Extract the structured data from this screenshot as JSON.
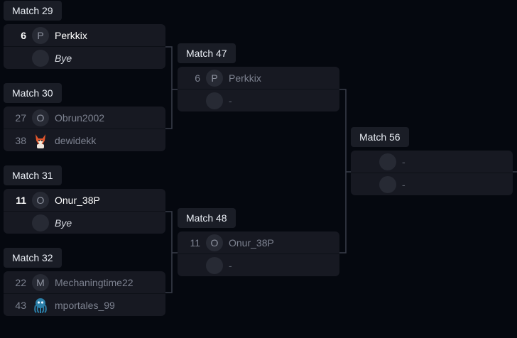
{
  "round1": [
    {
      "label": "Match 29",
      "players": [
        {
          "seed": "6",
          "avatar": "P",
          "name": "Perkkix",
          "winner": true
        },
        {
          "seed": "",
          "avatar": "",
          "name": "Bye",
          "bye": true
        }
      ]
    },
    {
      "label": "Match 30",
      "players": [
        {
          "seed": "27",
          "avatar": "O",
          "name": "Obrun2002"
        },
        {
          "seed": "38",
          "avatar_icon": "fox-avatar-icon",
          "name": "dewidekk"
        }
      ]
    },
    {
      "label": "Match 31",
      "players": [
        {
          "seed": "11",
          "avatar": "O",
          "name": "Onur_38P",
          "winner": true
        },
        {
          "seed": "",
          "avatar": "",
          "name": "Bye",
          "bye": true
        }
      ]
    },
    {
      "label": "Match 32",
      "players": [
        {
          "seed": "22",
          "avatar": "M",
          "name": "Mechaningtime22"
        },
        {
          "seed": "43",
          "avatar_icon": "octopus-avatar-icon",
          "name": "mportales_99"
        }
      ]
    }
  ],
  "round2": [
    {
      "label": "Match 47",
      "players": [
        {
          "seed": "6",
          "avatar": "P",
          "name": "Perkkix"
        },
        {
          "seed": "",
          "avatar": "",
          "name": "-"
        }
      ]
    },
    {
      "label": "Match 48",
      "players": [
        {
          "seed": "11",
          "avatar": "O",
          "name": "Onur_38P"
        },
        {
          "seed": "",
          "avatar": "",
          "name": "-"
        }
      ]
    }
  ],
  "round3": [
    {
      "label": "Match 56",
      "players": [
        {
          "seed": "",
          "avatar": "",
          "name": "-"
        },
        {
          "seed": "",
          "avatar": "",
          "name": "-"
        }
      ]
    }
  ],
  "colors": {
    "background": "#05080f",
    "card": "#171922",
    "label": "#1a1d26",
    "connector": "#3a3e4a"
  }
}
